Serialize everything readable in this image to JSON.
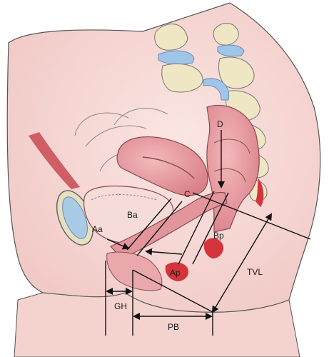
{
  "labels": {
    "D": "D",
    "C": "C",
    "Aa": "Aa",
    "Ba": "Ba",
    "Bp": "Bp",
    "Ap": "Ap",
    "TVL": "TVL",
    "GH": "GH",
    "PB": "PB"
  },
  "colors": {
    "skin": "#f6d9d6",
    "skin_dark": "#e9b3b0",
    "organ": "#e89ea3",
    "organ_dark": "#c96e77",
    "bone": "#efe6c4",
    "disc": "#9fc6e8",
    "red": "#d5343d",
    "line": "#111111"
  }
}
